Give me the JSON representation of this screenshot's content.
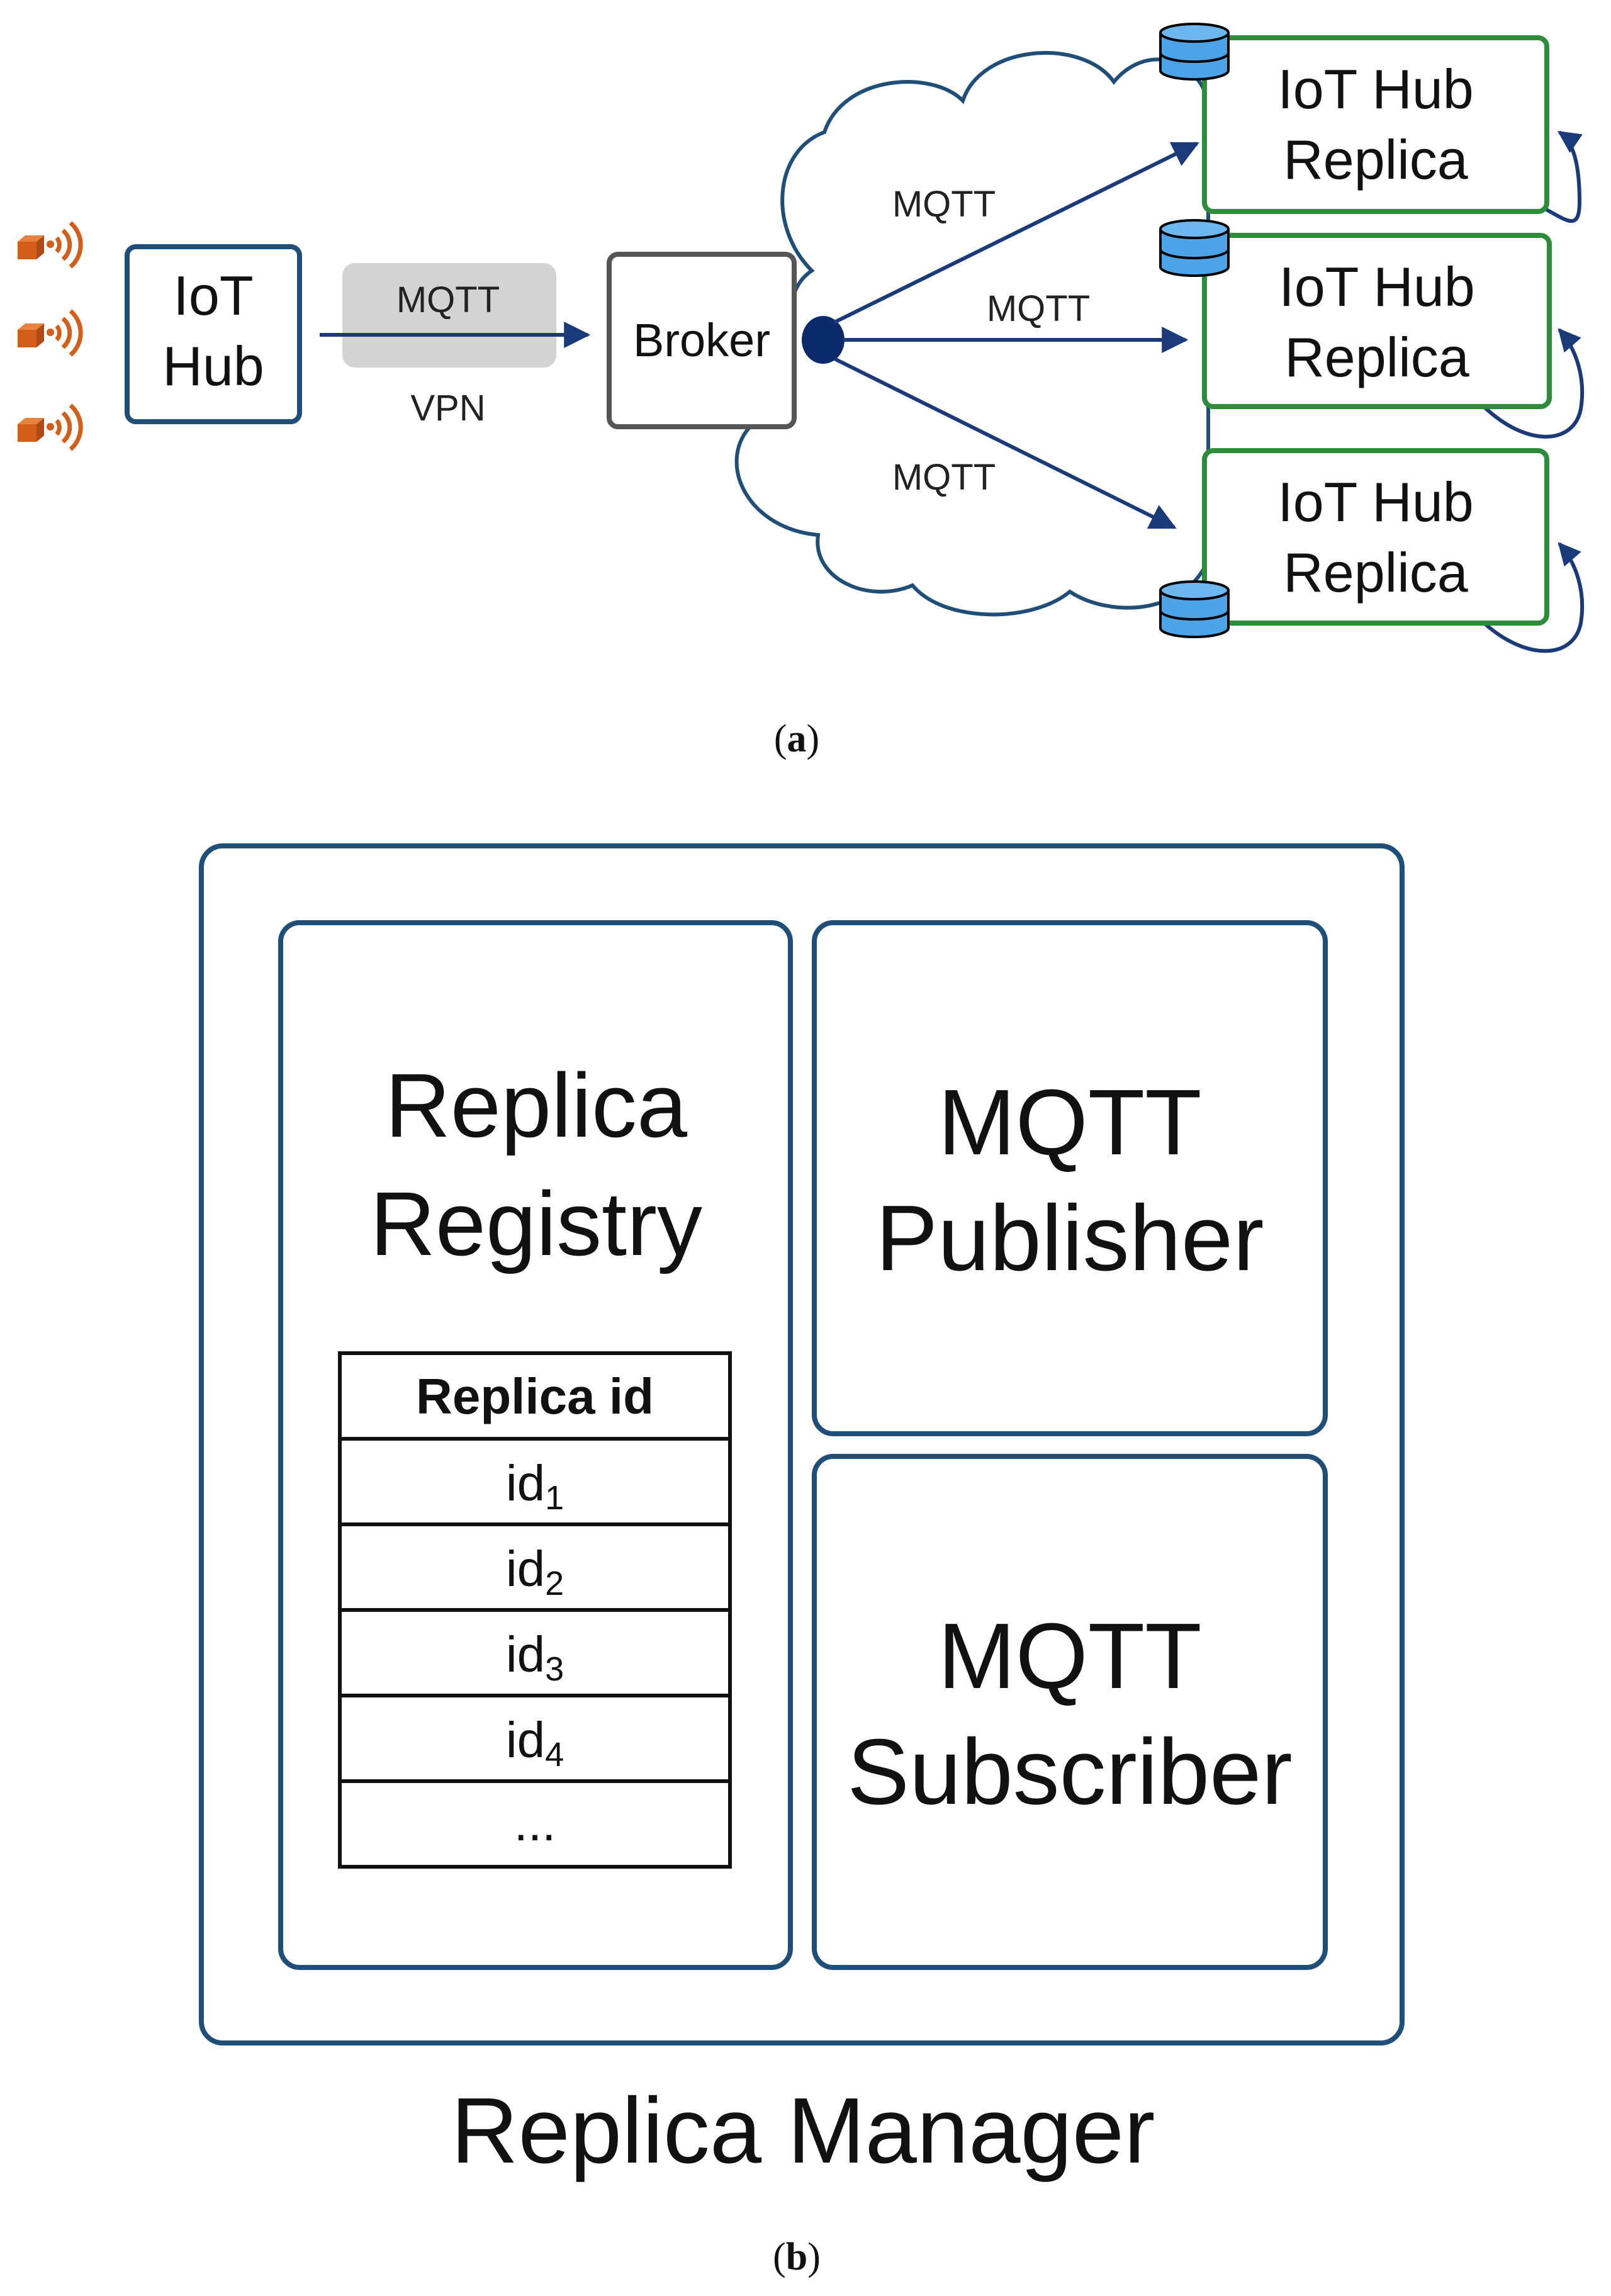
{
  "figure_a": {
    "caption": "(a)",
    "caption_letter": "a",
    "iot_hub": {
      "line1": "IoT",
      "line2": "Hub"
    },
    "vpn_link": {
      "protocol": "MQTT",
      "label": "VPN"
    },
    "broker": {
      "label": "Broker"
    },
    "links": [
      {
        "label": "MQTT"
      },
      {
        "label": "MQTT"
      },
      {
        "label": "MQTT"
      }
    ],
    "replicas": [
      {
        "line1": "IoT Hub",
        "line2": "Replica"
      },
      {
        "line1": "IoT Hub",
        "line2": "Replica"
      },
      {
        "line1": "IoT Hub",
        "line2": "Replica"
      }
    ],
    "colors": {
      "device": "#d35e1a",
      "hub_border": "#1f4e79",
      "replica_border": "#2e8b3a",
      "cloud_border": "#1f4e79",
      "arrow": "#1a3a7a",
      "vpn_tunnel": "#d3d3d3",
      "database": "#4da3e8"
    }
  },
  "figure_b": {
    "caption": "(b)",
    "caption_letter": "b",
    "manager_label": "Replica Manager",
    "registry": {
      "title_line1": "Replica",
      "title_line2": "Registry",
      "table_header": "Replica id",
      "rows": [
        {
          "base": "id",
          "sub": "1"
        },
        {
          "base": "id",
          "sub": "2"
        },
        {
          "base": "id",
          "sub": "3"
        },
        {
          "base": "id",
          "sub": "4"
        },
        {
          "base": "...",
          "sub": ""
        }
      ]
    },
    "publisher": {
      "line1": "MQTT",
      "line2": "Publisher"
    },
    "subscriber": {
      "line1": "MQTT",
      "line2": "Subscriber"
    },
    "colors": {
      "box_border": "#1f4e79"
    }
  }
}
